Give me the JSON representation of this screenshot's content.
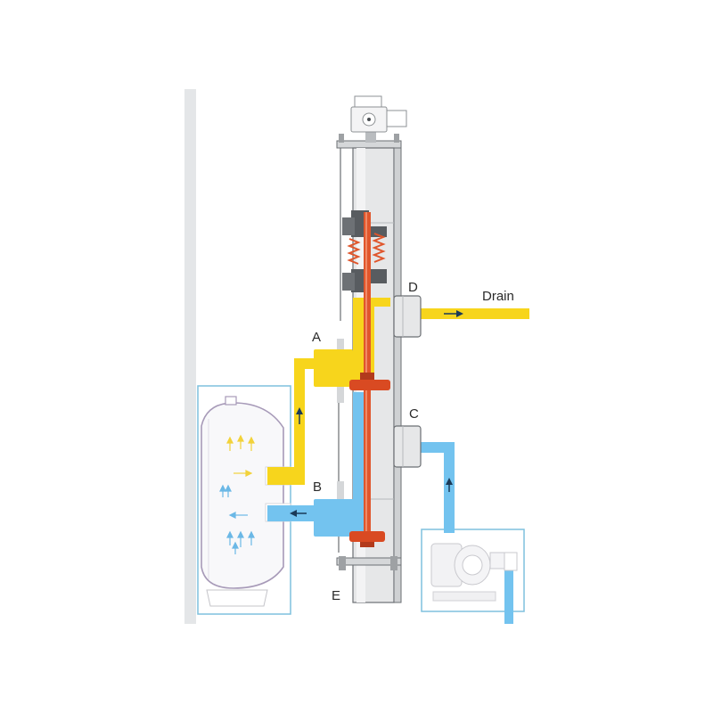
{
  "labels": {
    "a": "A",
    "b": "B",
    "c": "C",
    "d": "D",
    "e": "E",
    "drain": "Drain"
  },
  "colors": {
    "background": "#ffffff",
    "wall_strip": "#e4e6e8",
    "outline": "#6b6f73",
    "body_light": "#e6e7e8",
    "body_mid": "#cfd1d3",
    "yellow_flow": "#f7d51c",
    "blue_flow": "#73c3ef",
    "red_piston": "#e0562c",
    "red_dark": "#b23a1c",
    "frame_blue": "#7fc1dd",
    "filter_outline": "#a79ab8",
    "arrow": "#1b3a57"
  },
  "icons": {
    "actuator": "actuator-motor-icon",
    "pump": "pump-icon",
    "filter": "filter-tank-icon"
  }
}
